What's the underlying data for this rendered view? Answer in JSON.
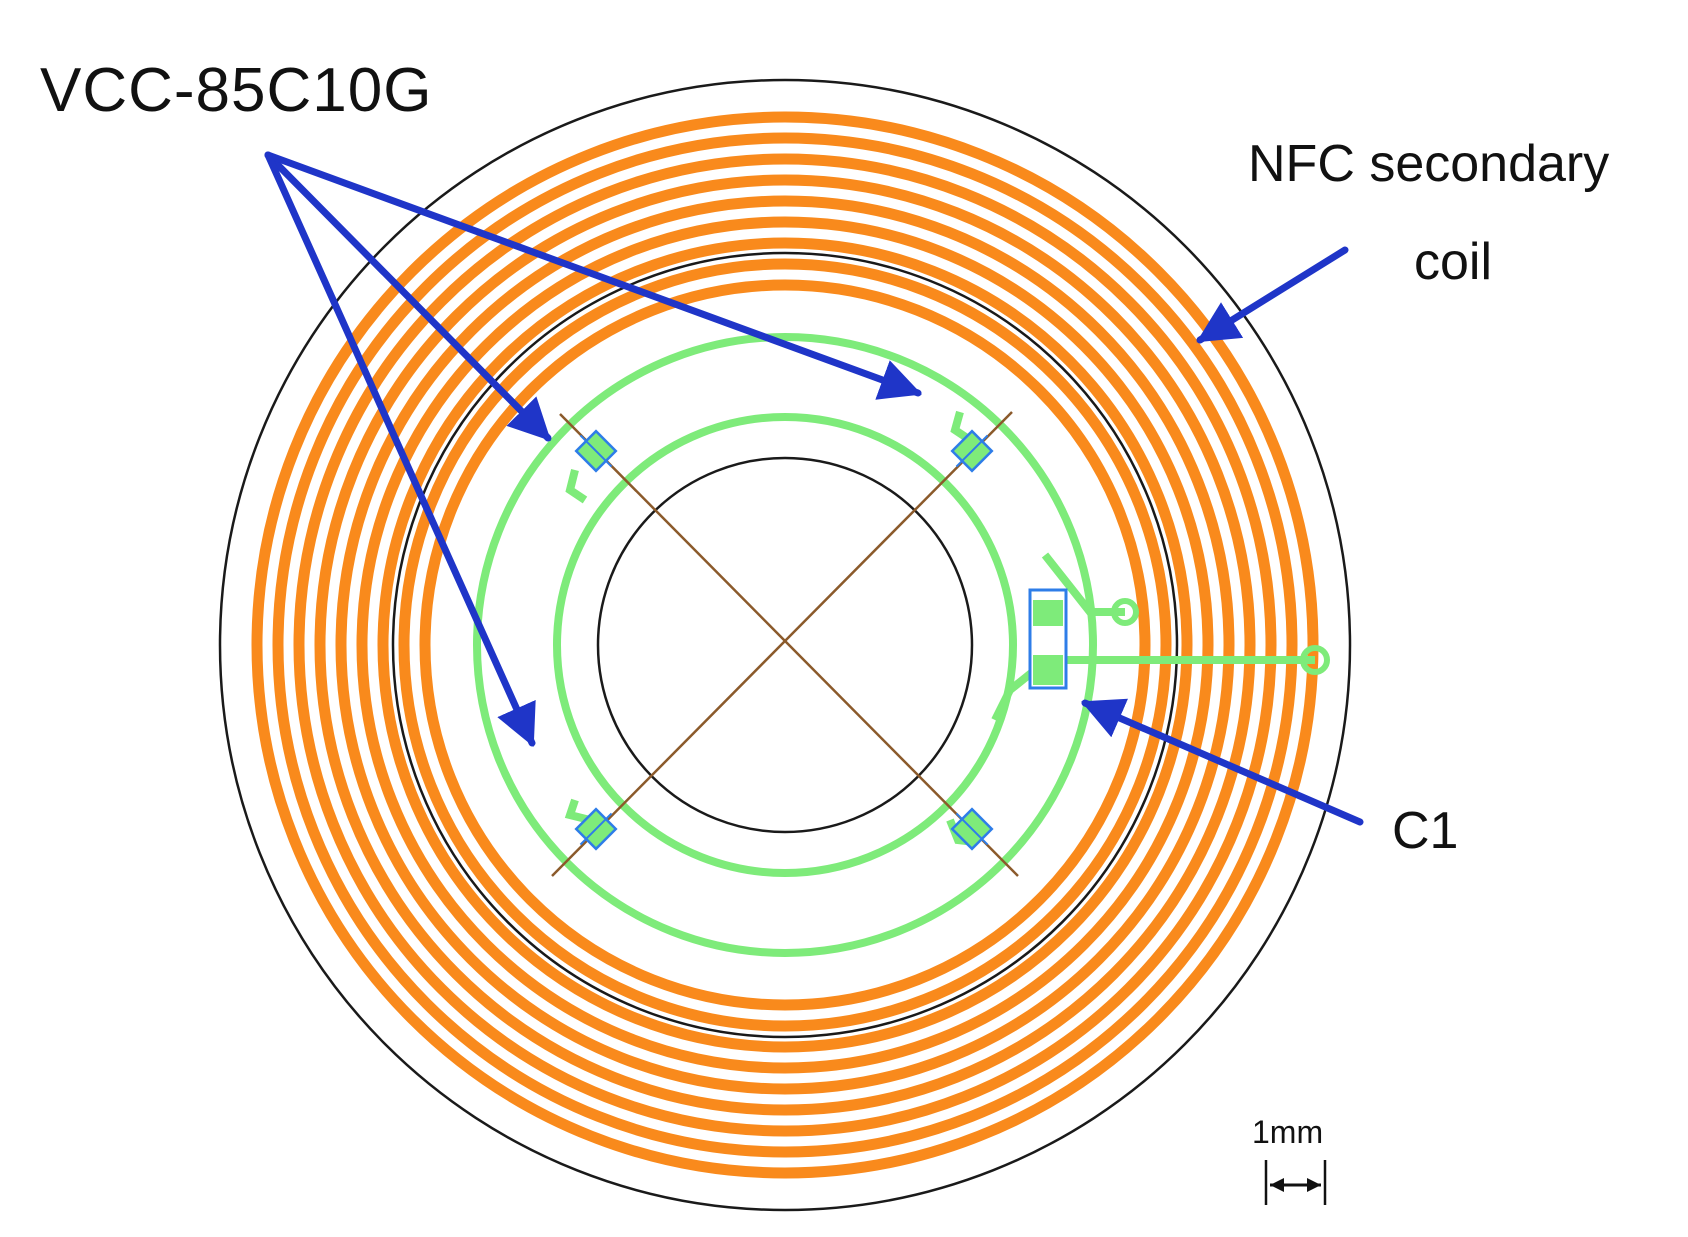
{
  "labels": {
    "component_name": "VCC-85C10G",
    "coil_line1": "NFC secondary",
    "coil_line2": "coil",
    "capacitor": "C1",
    "scale": "1mm"
  },
  "colors": {
    "coil": "#F98A1C",
    "trace": "#7EEB7A",
    "arrow": "#1F35C8",
    "outline": "#1A1A1A",
    "cross_lines": "#8B5A2B",
    "component_outline": "#2E7DE8"
  },
  "icons": {
    "arrow": "arrow-icon",
    "scale_bar": "scale-bar-icon"
  }
}
